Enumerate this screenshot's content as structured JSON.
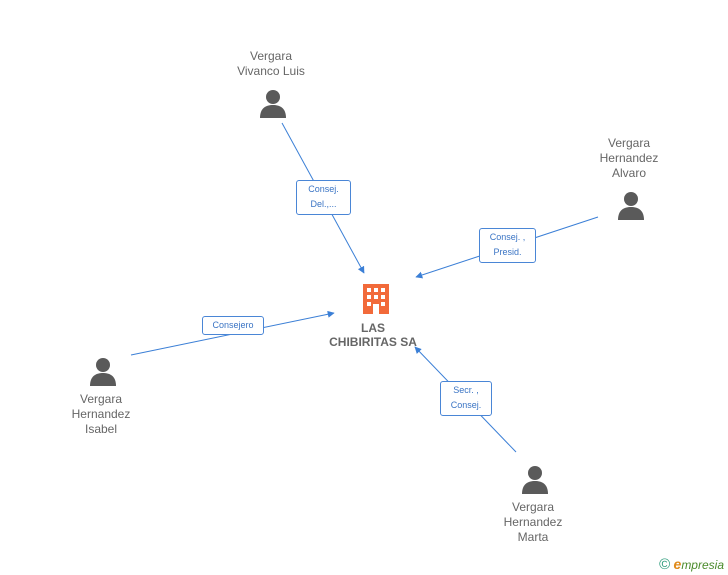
{
  "company": {
    "name": "LAS\nCHIBIRITAS SA",
    "color": "#f26a3a"
  },
  "people": [
    {
      "id": "p1",
      "name": "Vergara\nVivanco Luis"
    },
    {
      "id": "p2",
      "name": "Vergara\nHernandez\nAlvaro"
    },
    {
      "id": "p3",
      "name": "Vergara\nHernandez\nIsabel"
    },
    {
      "id": "p4",
      "name": "Vergara\nHernandez\nMarta"
    }
  ],
  "edges": [
    {
      "from": "p1",
      "label": "Consej.\nDel.,..."
    },
    {
      "from": "p2",
      "label": "Consej. ,\nPresid."
    },
    {
      "from": "p3",
      "label": "Consejero"
    },
    {
      "from": "p4",
      "label": "Secr. ,\nConsej."
    }
  ],
  "colors": {
    "edge": "#3b7fd6",
    "person": "#5a5a5a",
    "text": "#666666"
  },
  "footer": {
    "copyright": "©",
    "brand_initial": "e",
    "brand_rest": "mpresia"
  }
}
